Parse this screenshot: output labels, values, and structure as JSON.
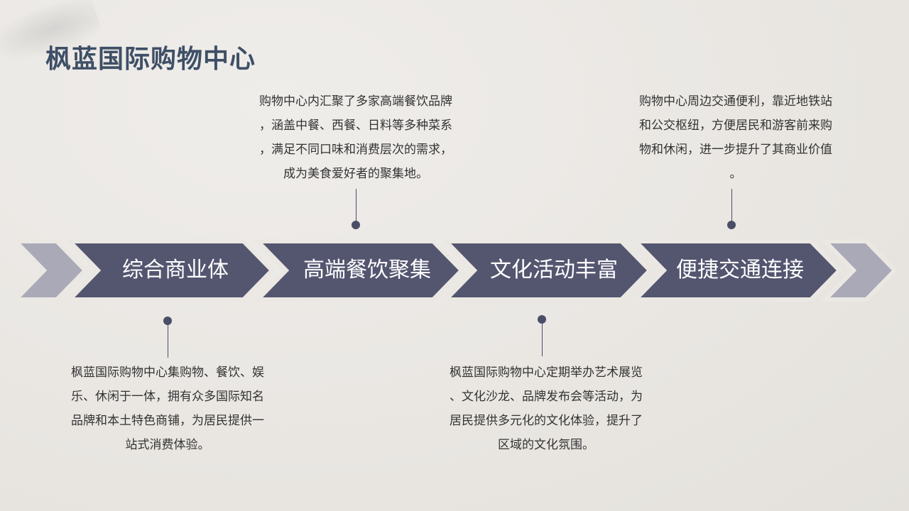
{
  "title": "枫蓝国际购物中心",
  "colors": {
    "chevron_dark": "#545670",
    "chevron_light": "#a9a9b7",
    "title": "#3e4f66"
  },
  "steps": [
    {
      "label": "综合商业体",
      "desc": "枫蓝国际购物中心集购物、餐饮、娱\n乐、休闲于一体，拥有众多国际知名\n品牌和本土特色商铺，为居民提供一\n站式消费体验。"
    },
    {
      "label": "高端餐饮聚集",
      "desc": "购物中心内汇聚了多家高端餐饮品牌\n，涵盖中餐、西餐、日料等多种菜系\n，满足不同口味和消费层次的需求，\n成为美食爱好者的聚集地。"
    },
    {
      "label": "文化活动丰富",
      "desc": "枫蓝国际购物中心定期举办艺术展览\n、文化沙龙、品牌发布会等活动，为\n居民提供多元化的文化体验，提升了\n区域的文化氛围。"
    },
    {
      "label": "便捷交通连接",
      "desc": "购物中心周边交通便利，靠近地铁站\n和公交枢纽，方便居民和游客前来购\n物和休闲，进一步提升了其商业价值\n。"
    }
  ]
}
